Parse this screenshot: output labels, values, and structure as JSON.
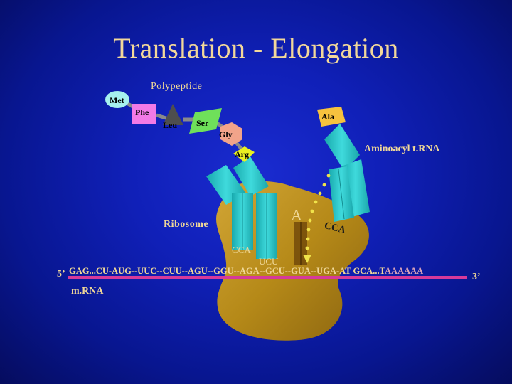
{
  "title": "Translation - Elongation",
  "labels": {
    "polypeptide": "Polypeptide",
    "aminoacyl_trna": "Aminoacyl t.RNA",
    "ribosome": "Ribosome",
    "mrna": "m.RNA",
    "site_a": "A",
    "cca_left": "CCA",
    "cca_right": "CCA",
    "anticodon": "UCU",
    "five_prime": "5’",
    "three_prime": "3’"
  },
  "amino_acids": [
    "Met",
    "Phe",
    "Leu",
    "Ser",
    "Gly",
    "Arg",
    "Ala"
  ],
  "mrna_sequence": {
    "main": "GAG...CU-AUG--UUC--CUU--AGU--GGU--AGA--GCU--GUA--UGA-AT GCA...T",
    "tail": "AAAAAA"
  },
  "colors": {
    "title": "#f2d89a",
    "label": "#f0d898",
    "ribosome": "#b58918",
    "trna": "#23c5c8",
    "mrna_strand": "#d63a9a",
    "met": "#a6f0ee",
    "phe": "#f27ae6",
    "leu": "#4e4e4e",
    "ser": "#6fe05a",
    "gly": "#f2a48a",
    "arg": "#e8ef22",
    "ala": "#f6c23e"
  }
}
